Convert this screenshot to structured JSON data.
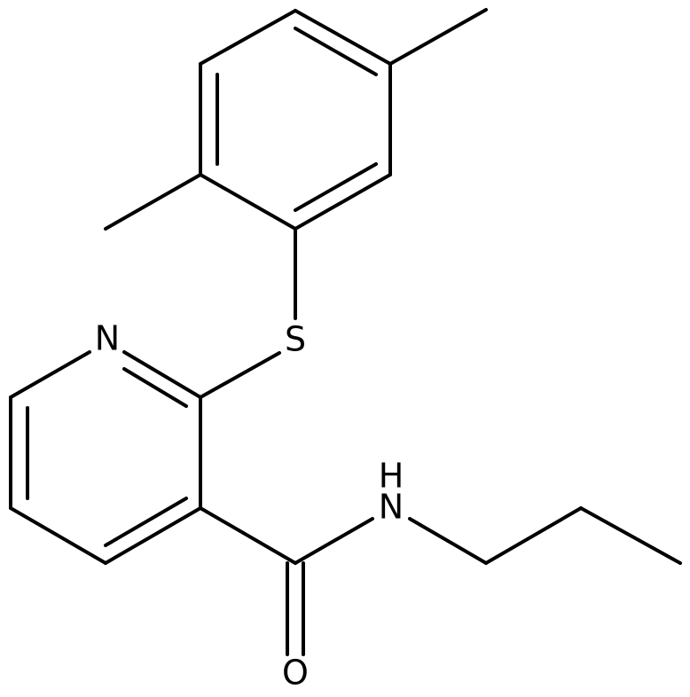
{
  "diagram": {
    "type": "chemical-structure",
    "atom_labels": {
      "nitrogen_pyridine": "N",
      "sulfur": "S",
      "amide_nitrogen": "N",
      "amide_hydrogen": "H",
      "carbonyl_oxygen": "O"
    },
    "colors": {
      "bond": "#000000",
      "text": "#000000",
      "background": "#ffffff"
    }
  }
}
